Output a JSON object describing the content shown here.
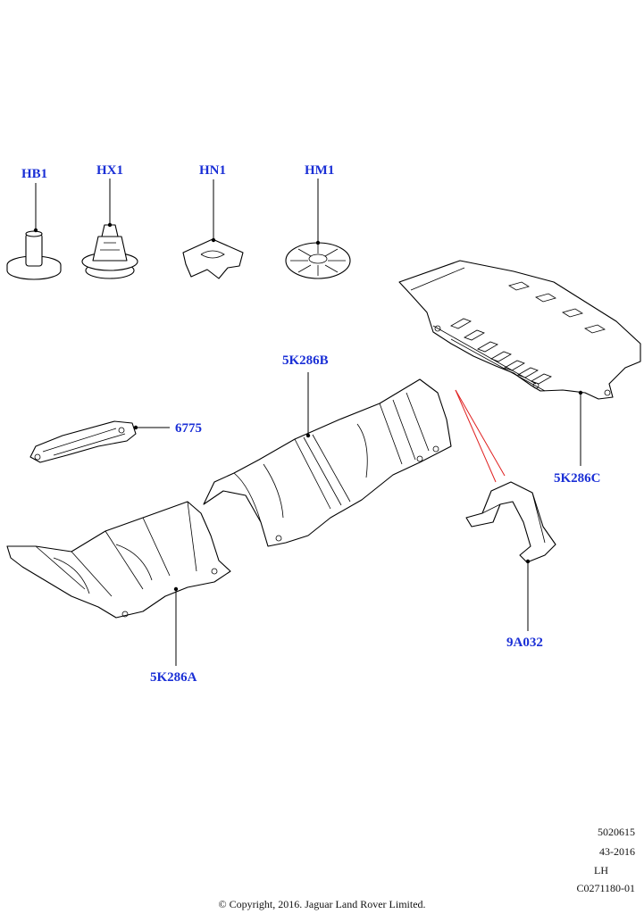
{
  "callouts": {
    "hb1": "HB1",
    "hx1": "HX1",
    "hn1": "HN1",
    "hm1": "HM1",
    "p6775": "6775",
    "p5k286b": "5K286B",
    "p5k286c": "5K286C",
    "p5k286a": "5K286A",
    "p9a032": "9A032"
  },
  "footer": {
    "ref1": "5020615",
    "ref2": "43-2016",
    "side": "LH",
    "code": "C0271180-01",
    "copyright": "© Copyright, 2016. Jaguar Land Rover Limited."
  },
  "colors": {
    "callout": "#1a2fd6",
    "indicator": "#e02020"
  }
}
